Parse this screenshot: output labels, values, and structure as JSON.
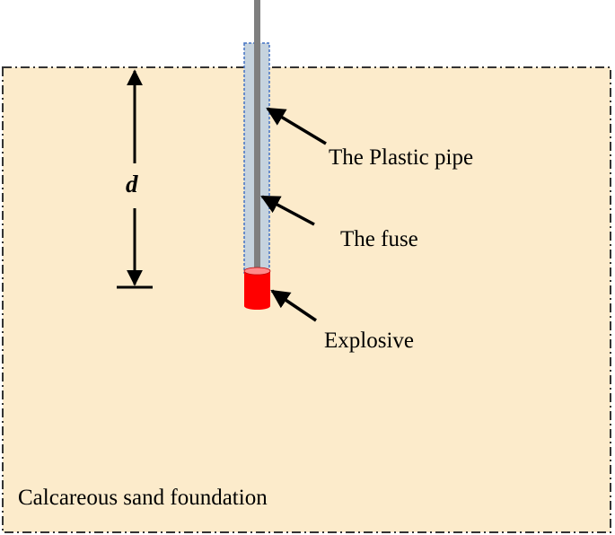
{
  "labels": {
    "plastic_pipe": "The Plastic pipe",
    "fuse": "The fuse",
    "explosive": "Explosive",
    "foundation": "Calcareous sand foundation",
    "depth": "d"
  },
  "colors": {
    "foundation_fill": "#FCEBCB",
    "foundation_border": "#333333",
    "pipe_fill": "#C6D3DE",
    "pipe_border": "#4472C4",
    "fuse": "#7F7F7F",
    "explosive_fill": "#FF0000",
    "explosive_top": "#FF8A8A",
    "ink": "#000000"
  }
}
